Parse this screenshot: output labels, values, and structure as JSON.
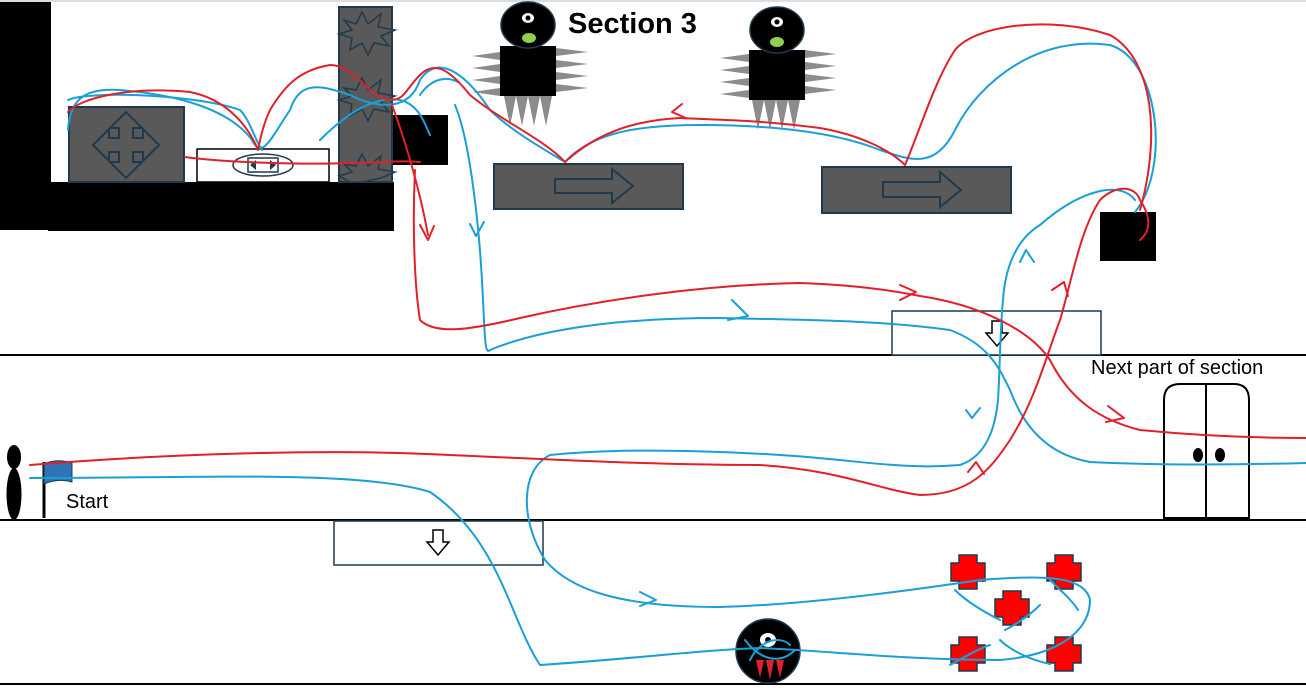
{
  "section_title": "Section 3",
  "start_label": "Start",
  "next_part_label": "Next part of section",
  "colors": {
    "background": "#ffffff",
    "wall": "#000000",
    "platform": "#595959",
    "platform_border": "#1f3a4d",
    "red_path": "#e0202a",
    "blue_path": "#1a9fd6",
    "enemy_eye": "#8fd14f",
    "spike": "#8c8c8c",
    "health_cross": "#ff0000"
  },
  "icons": {
    "player": "player-silhouette-icon",
    "flag": "start-flag-icon",
    "door": "double-door-icon",
    "move": "four-way-arrow-icon",
    "right": "right-arrow-icon",
    "down": "down-arrow-icon",
    "burst": "spike-burst-icon",
    "enemy": "one-eyed-enemy-icon",
    "health": "health-cross-icon"
  }
}
